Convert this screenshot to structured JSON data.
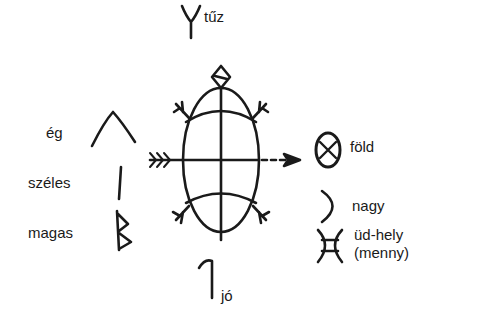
{
  "diagram": {
    "labels": [
      "tűz",
      "ég",
      "széles",
      "magas",
      "föld",
      "nagy",
      "üd-hely (menny)",
      "jó"
    ]
  }
}
